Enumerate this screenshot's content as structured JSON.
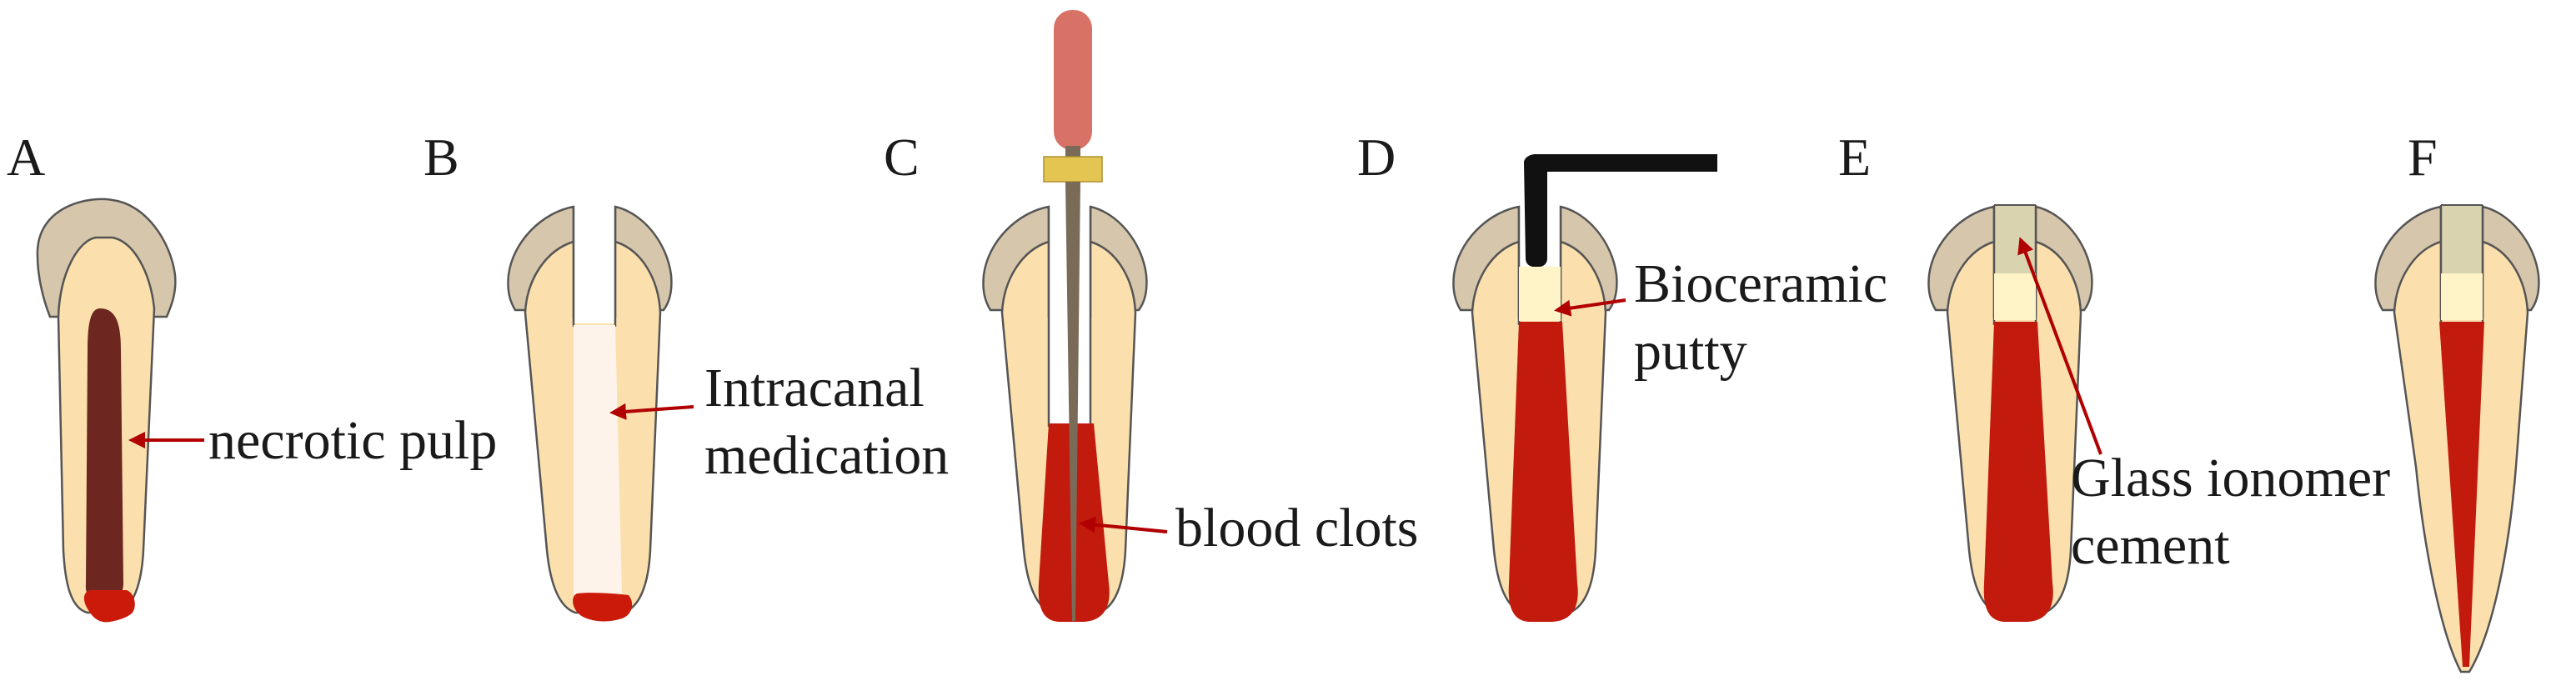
{
  "panels": [
    {
      "letter": "A",
      "label": "necrotic pulp"
    },
    {
      "letter": "B",
      "label_line1": "Intracanal",
      "label_line2": "medication"
    },
    {
      "letter": "C",
      "label": "blood clots"
    },
    {
      "letter": "D",
      "label_line1": "Bioceramic",
      "label_line2": "putty"
    },
    {
      "letter": "E",
      "label_line1": "Glass ionomer",
      "label_line2": "cement"
    },
    {
      "letter": "F"
    }
  ],
  "colors": {
    "enamel": "#d6c6ab",
    "dentin": "#fbe0ae",
    "outline": "#555555",
    "necrotic_pulp": "#6e2621",
    "blood": "#c21a0c",
    "apex_blood": "#cc1a0a",
    "medication": "#fdf3ea",
    "putty": "#fff3c8",
    "gic": "#d9d3b0",
    "arrow": "#b00000",
    "file_handle": "#d97266",
    "file_stopper": "#e5c552",
    "file_shaft": "#7a6a58",
    "instrument": "#111111"
  }
}
